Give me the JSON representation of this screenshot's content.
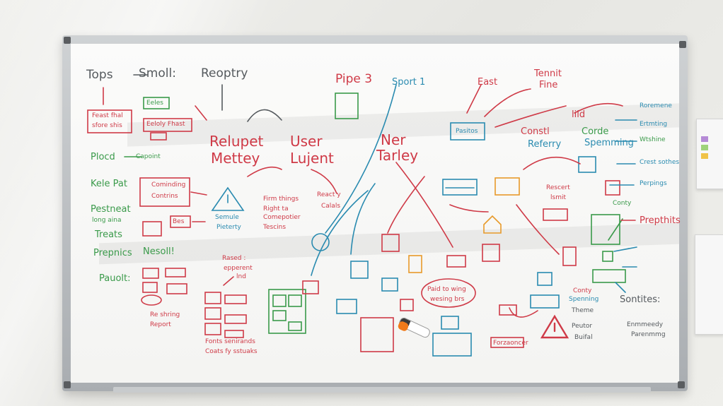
{
  "scene": {
    "board": {
      "top_left": [
        "Tops",
        "Smoll:"
      ],
      "top_mid": "Reoptry",
      "heading_center": "Pipe 3",
      "heading_sport": "Sport 1",
      "heading_east": "East",
      "heading_tennit": "Tennit",
      "heading_fine": "Fine",
      "relupet": "Relupet",
      "mettey": "Mettey",
      "user": "User",
      "lujent": "Lujent",
      "ner": "Ner",
      "tarley": "Tarley",
      "left_col": [
        "Plocd",
        "Kele Pat",
        "Pestneat",
        "long aina",
        "Treats",
        "Prepnics",
        "Pauolt:"
      ],
      "neoll": "Nesoll!",
      "capoint": "Capoint",
      "comming": "Cominding",
      "contrins": "Contrins",
      "semule": "Semule",
      "pieterty": "Pieterty",
      "firm_things": [
        "Firm things",
        "Right ta",
        "Comepotier",
        "Tescins"
      ],
      "react": [
        "React y",
        "Calals"
      ],
      "constl": "Constl",
      "refery": "Referry",
      "lild": "lild",
      "corde": "Corde",
      "spemming": "Spemming",
      "rescert": [
        "Rescert",
        "lsmit"
      ],
      "pasitos": "Pasitos",
      "prepthits": "Prepthits",
      "sontites": "Sontites:",
      "conty": [
        "Conty",
        "Spenning"
      ],
      "ratseds": [
        "Rased :",
        "epperent",
        "lnd"
      ],
      "re_sting": [
        "Re shring",
        "Report"
      ],
      "fonts_note": [
        "Fonts senirands",
        "Coats fy sstuaks"
      ],
      "paid_bubble": [
        "Paid to wing",
        "wesing brs"
      ],
      "small_ref": "Forzaoncer",
      "right_bullets": [
        "Roremene",
        "Ertmting",
        "Wtshine",
        "Crest sothes",
        "Perpings"
      ],
      "bottom_right": [
        "Theme",
        "Peutor",
        "Buifal"
      ],
      "arrow_list": [
        "Enmmeedy",
        "Parenmmg"
      ],
      "left_top_boxes": [
        "Feast fhal",
        "sfore shis",
        "Eeloly Fhast"
      ],
      "tiny_box": "Eeles",
      "bes": "Bes"
    },
    "colors": {
      "red": "#cf3a47",
      "blue": "#2a8bb0",
      "green": "#3a9a4a",
      "orange": "#e89a2a",
      "frame": "#b8bcbf"
    }
  }
}
